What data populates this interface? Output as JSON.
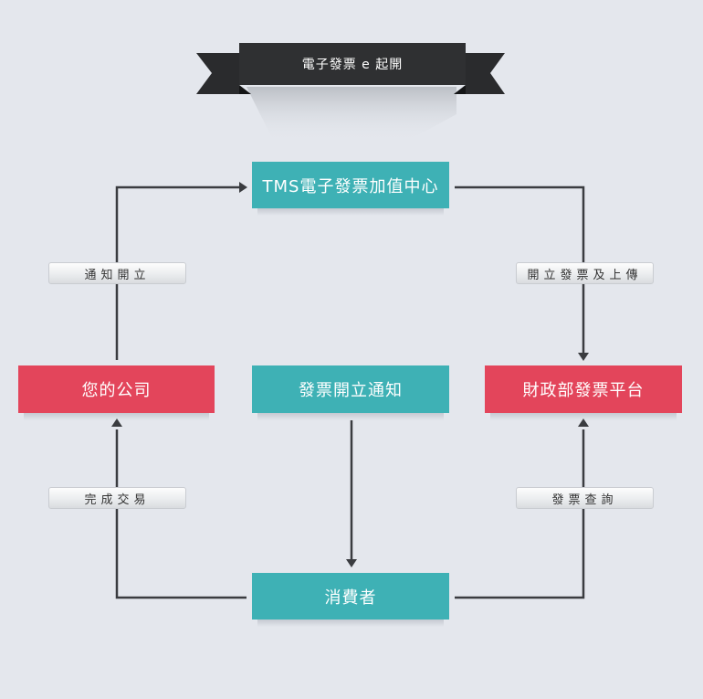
{
  "banner": {
    "title": "電子發票 e 起開"
  },
  "nodes": {
    "tms_center": "TMS電子發票加值中心",
    "your_company": "您的公司",
    "invoice_notice": "發票開立通知",
    "mof_platform": "財政部發票平台",
    "consumer": "消費者"
  },
  "edge_labels": {
    "notify_issue": "通知開立",
    "issue_upload": "開立發票及上傳",
    "complete_transaction": "完成交易",
    "invoice_query": "發票查詢"
  },
  "colors": {
    "background": "#e4e7ed",
    "teal": "#3eb1b5",
    "red": "#e3455b",
    "ribbon": "#2f3032",
    "connector": "#3a3c40"
  }
}
